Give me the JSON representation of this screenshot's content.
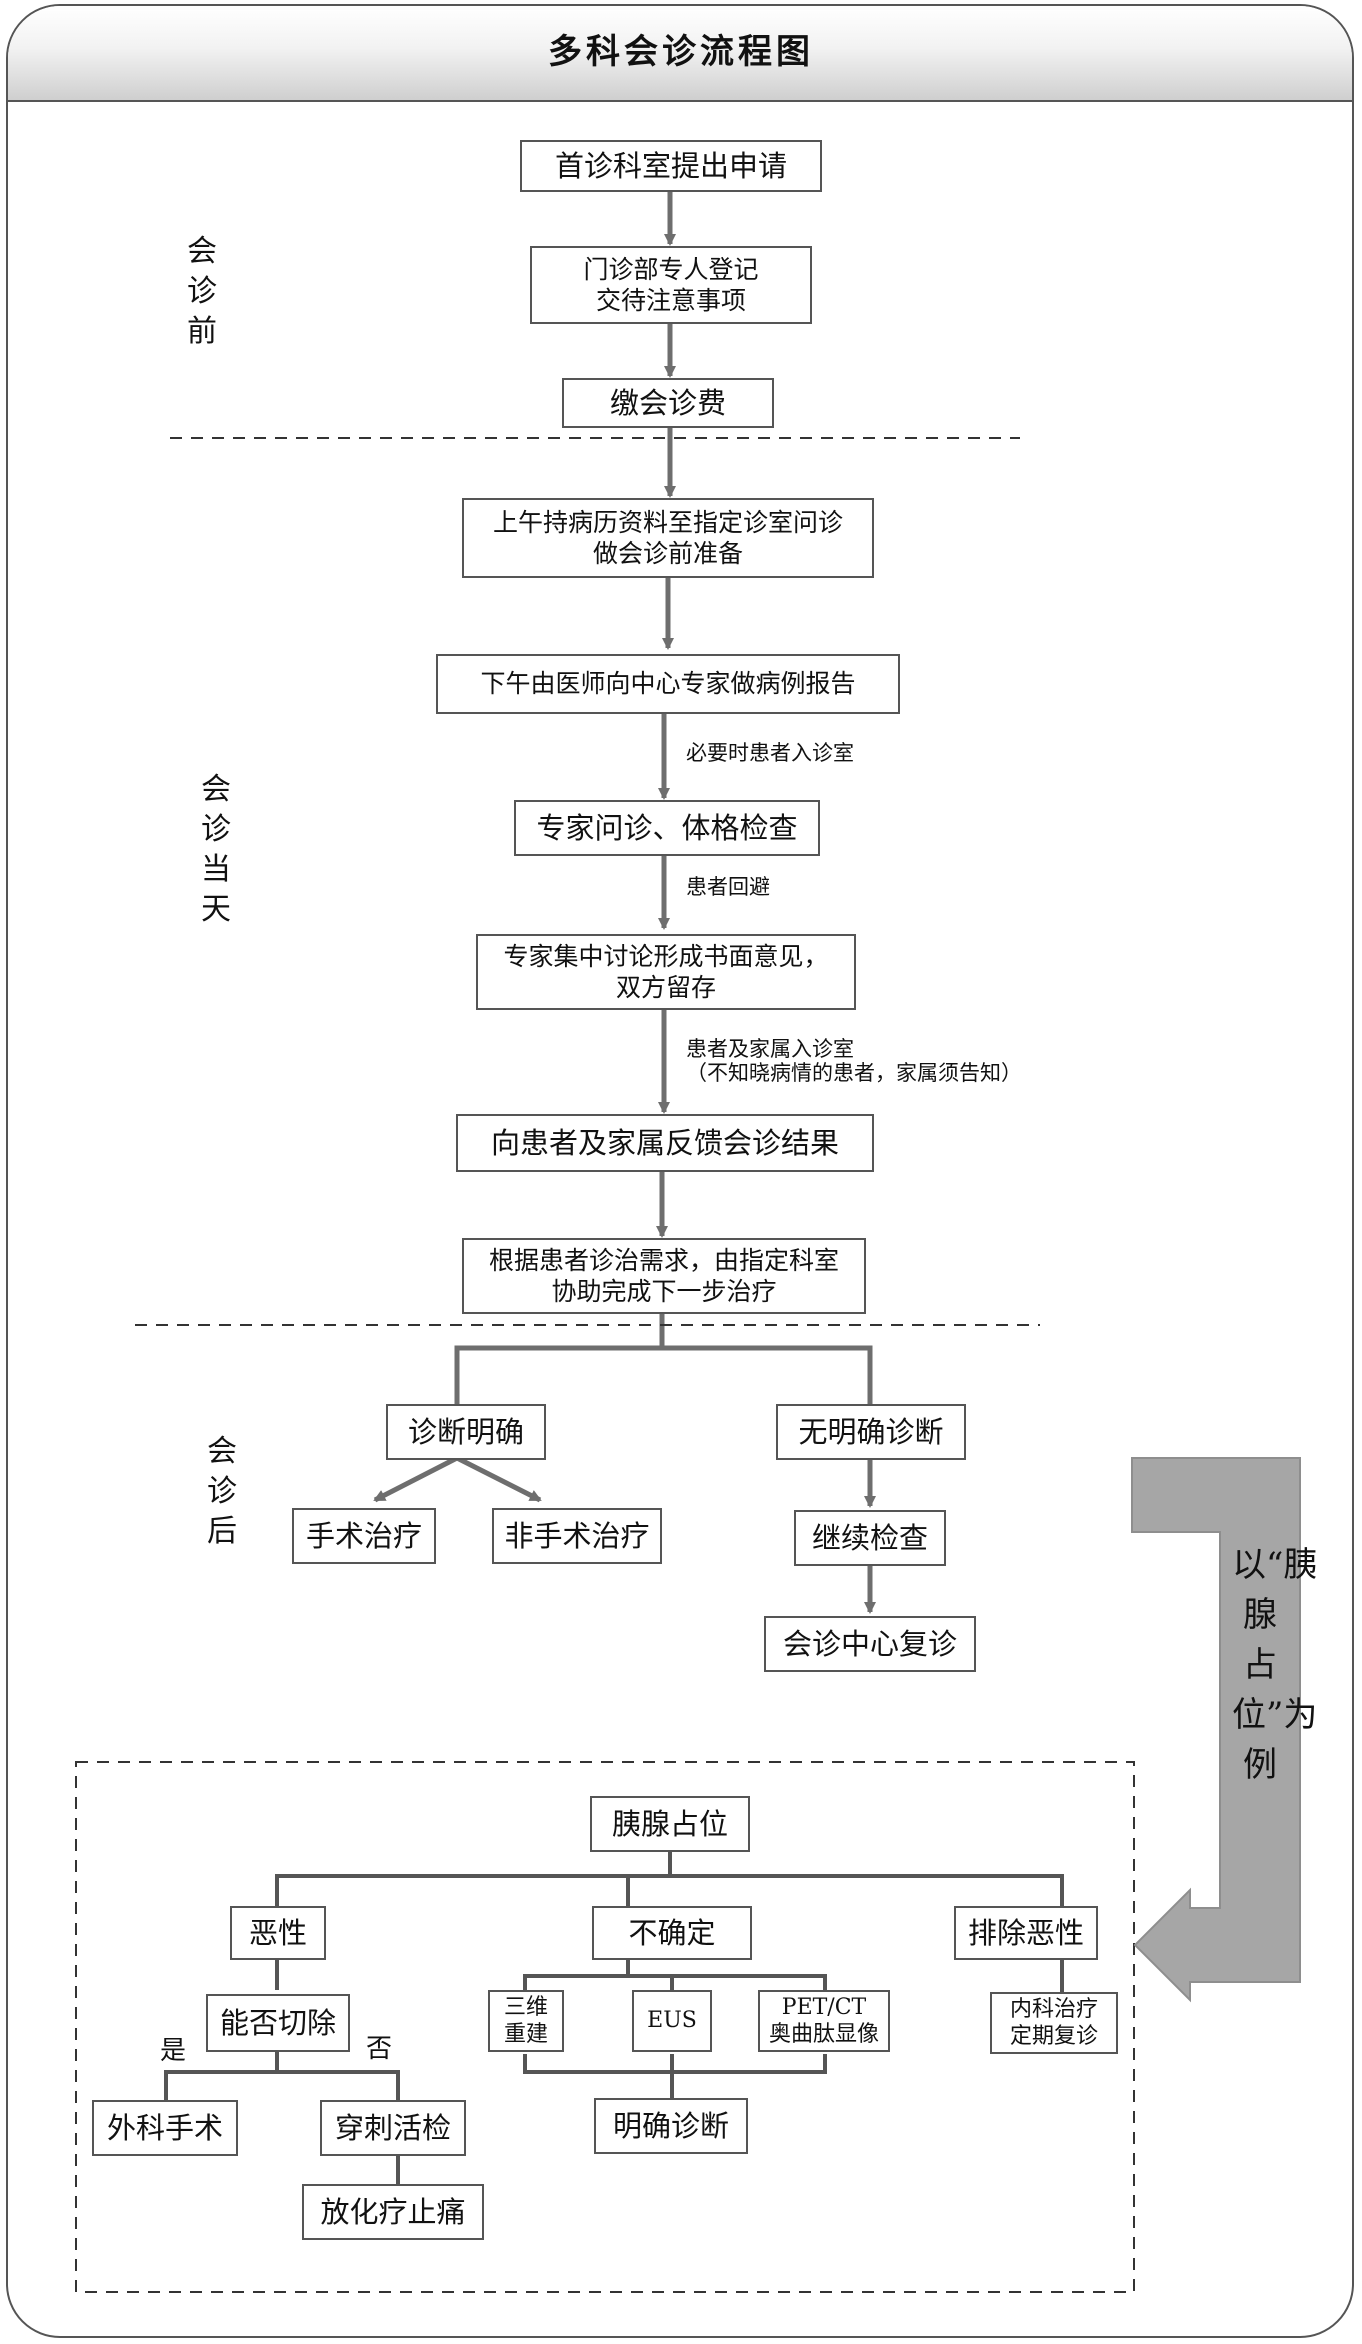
{
  "title": "多科会诊流程图",
  "phases": {
    "before": "会诊前",
    "day": "会诊当天",
    "after": "会诊后"
  },
  "steps": {
    "apply": "首诊科室提出申请",
    "register": [
      "门诊部专人登记",
      "交待注意事项"
    ],
    "pay": "缴会诊费",
    "morning": [
      "上午持病历资料至指定诊室问诊",
      "做会诊前准备"
    ],
    "afternoon": "下午由医师向中心专家做病例报告",
    "exam": "专家问诊、体格检查",
    "discuss": [
      "专家集中讨论形成书面意见，",
      "双方留存"
    ],
    "feedback": "向患者及家属反馈会诊结果",
    "followup": [
      "根据患者诊治需求，由指定科室",
      "协助完成下一步治疗"
    ]
  },
  "notes": {
    "enter_if_needed": "必要时患者入诊室",
    "patient_leaves": "患者回避",
    "family_enter": "患者及家属入诊室",
    "family_note": "（不知晓病情的患者，家属须告知）"
  },
  "after": {
    "clear": "诊断明确",
    "surgery": "手术治疗",
    "non_surgery": "非手术治疗",
    "unclear": "无明确诊断",
    "continue": "继续检查",
    "revisit": "会诊中心复诊"
  },
  "example": {
    "side_label": "以“胰腺占位”为例",
    "root": "胰腺占位",
    "malignant": "恶性",
    "uncertain": "不确定",
    "excluded": "排除恶性",
    "resectable": "能否切除",
    "yes": "是",
    "no": "否",
    "surgery": "外科手术",
    "biopsy": "穿刺活检",
    "palliative": "放化疗止痛",
    "recon": [
      "三维",
      "重建"
    ],
    "eus": "EUS",
    "petct": [
      "PET/CT",
      "奥曲肽显像"
    ],
    "medical": [
      "内科治疗",
      "定期复诊"
    ],
    "diagnosis": "明确诊断"
  }
}
